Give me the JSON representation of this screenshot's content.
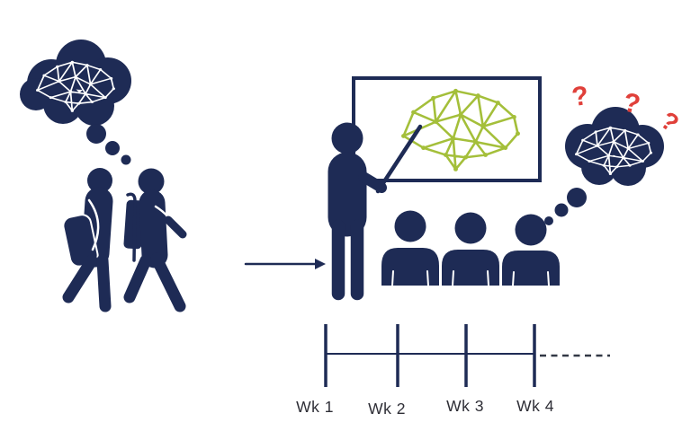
{
  "colors": {
    "navy": "#1e2b55",
    "green": "#a4bf3a",
    "red": "#e0403a",
    "net-white": "#ffffff",
    "label": "#2e2e36",
    "dash": "#323845"
  },
  "icons": {
    "left_thought_bubble": "thought-cloud-with-network-graph",
    "right_thought_bubble": "thought-cloud-with-network-graph",
    "whiteboard_graphic": "green-network-brain-graph",
    "question_mark_glyph": "?"
  },
  "question_marks": {
    "glyphs": [
      "?",
      "?",
      "?"
    ]
  },
  "timeline": {
    "labels": [
      "Wk 1",
      "Wk 2",
      "Wk 3",
      "Wk 4"
    ]
  }
}
